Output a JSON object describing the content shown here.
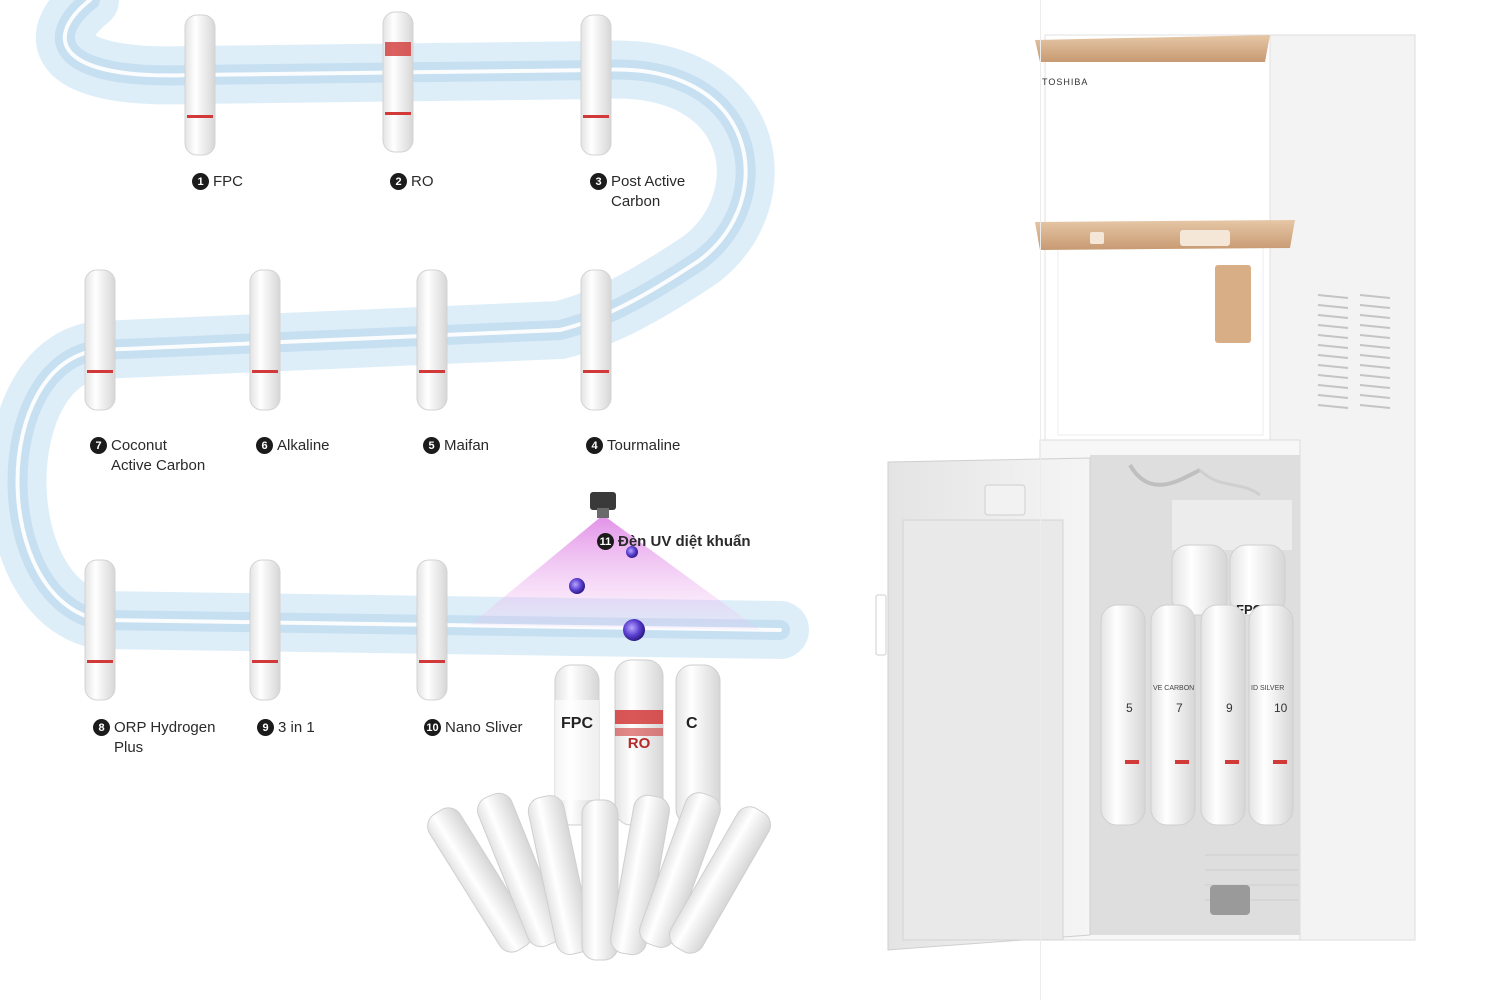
{
  "brand": {
    "logo_text": "TOSHIBA"
  },
  "colors": {
    "water": "#cfe6f6",
    "uv_glow": "#d86be0",
    "filter_body": "#f4f4f4",
    "accent_red": "#d23a3a",
    "wood_trim": "#d9b48f",
    "cabinet": "#f7f7f7"
  },
  "stages": [
    {
      "number": "1",
      "line1": "FPC",
      "line2": ""
    },
    {
      "number": "2",
      "line1": "RO",
      "line2": ""
    },
    {
      "number": "3",
      "line1": "Post Active",
      "line2": "Carbon"
    },
    {
      "number": "4",
      "line1": "Tourmaline",
      "line2": ""
    },
    {
      "number": "5",
      "line1": "Maifan",
      "line2": ""
    },
    {
      "number": "6",
      "line1": "Alkaline",
      "line2": ""
    },
    {
      "number": "7",
      "line1": "Coconut",
      "line2": "Active Carbon"
    },
    {
      "number": "8",
      "line1": "ORP Hydrogen",
      "line2": "Plus"
    },
    {
      "number": "9",
      "line1": "3 in 1",
      "line2": ""
    },
    {
      "number": "10",
      "line1": "Nano Sliver",
      "line2": ""
    },
    {
      "number": "11",
      "line1": "Đèn UV diệt khuẩn",
      "line2": ""
    }
  ],
  "cartridge_marks": {
    "fpc": "FPC",
    "ro": "RO",
    "c": "C"
  },
  "cabinet_filter_numbers": [
    "5",
    "7",
    "9",
    "10"
  ],
  "cabinet_filter_labels": [
    "",
    "VE CARBON",
    "",
    "ID SILVER"
  ],
  "cabinet_top_marks": [
    "FPC"
  ]
}
